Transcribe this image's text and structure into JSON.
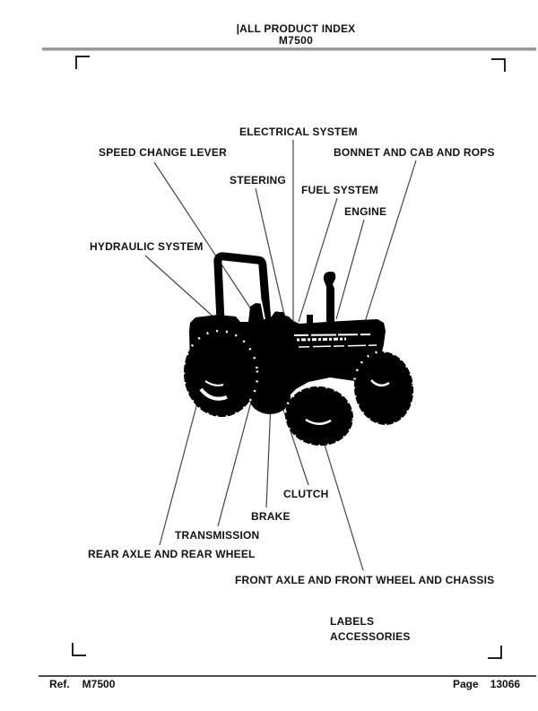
{
  "header": {
    "title": "|ALL PRODUCT INDEX",
    "model": "M7500"
  },
  "diagram": {
    "illustration": "tractor-silhouette",
    "labels": [
      {
        "id": "electrical-system",
        "text": "ELECTRICAL SYSTEM"
      },
      {
        "id": "speed-change-lever",
        "text": "SPEED CHANGE LEVER"
      },
      {
        "id": "bonnet-and-cab-and-rops",
        "text": "BONNET AND CAB AND ROPS"
      },
      {
        "id": "steering",
        "text": "STEERING"
      },
      {
        "id": "fuel-system",
        "text": "FUEL SYSTEM"
      },
      {
        "id": "engine",
        "text": "ENGINE"
      },
      {
        "id": "hydraulic-system",
        "text": "HYDRAULIC SYSTEM"
      },
      {
        "id": "clutch",
        "text": "CLUTCH"
      },
      {
        "id": "brake",
        "text": "BRAKE"
      },
      {
        "id": "transmission",
        "text": "TRANSMISSION"
      },
      {
        "id": "rear-axle-and-rear-wheel",
        "text": "REAR AXLE AND REAR WHEEL"
      },
      {
        "id": "front-axle-and-front-wheel-and-chassis",
        "text": "FRONT AXLE AND FRONT WHEEL AND CHASSIS"
      },
      {
        "id": "labels",
        "text": "LABELS"
      },
      {
        "id": "accessories",
        "text": "ACCESSORIES"
      }
    ]
  },
  "footer": {
    "ref_label": "Ref.",
    "ref_value": "M7500",
    "page_label": "Page",
    "page_value": "13066"
  },
  "colors": {
    "ink": "#000000",
    "leader_line": "#444444",
    "header_rule": "#999999",
    "footer_rule": "#4d4d4d"
  }
}
